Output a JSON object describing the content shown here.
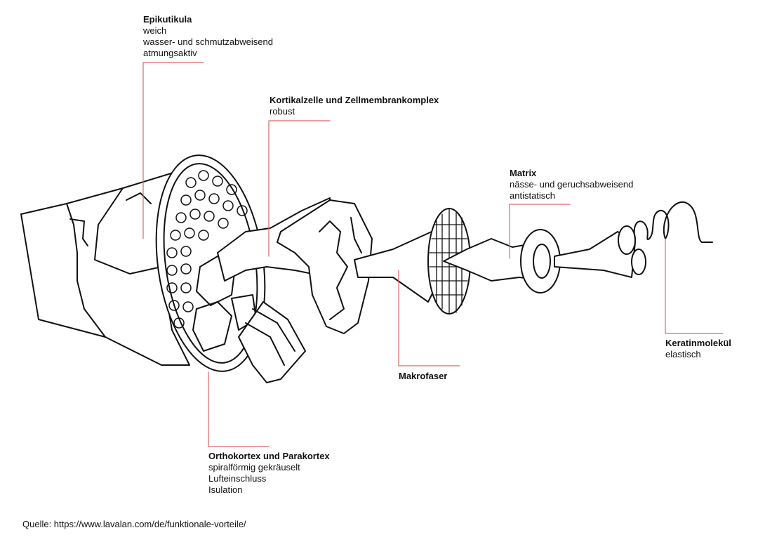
{
  "labels": {
    "epikutikula": {
      "title": "Epikutikula",
      "lines": [
        "weich",
        "wasser- und schmutzabweisend",
        "atmungsaktiv"
      ]
    },
    "kortikalzelle": {
      "title": "Kortikalzelle und Zellmembrankomplex",
      "lines": [
        "robust"
      ]
    },
    "matrix": {
      "title": "Matrix",
      "lines": [
        "nässe- und geruchsabweisend",
        "antistatisch"
      ]
    },
    "keratinmolekuel": {
      "title": "Keratinmolekül",
      "lines": [
        "elastisch"
      ]
    },
    "makrofaser": {
      "title": "Makrofaser",
      "lines": []
    },
    "orthokortex": {
      "title": "Orthokortex und Parakortex",
      "lines": [
        "spiralförmig gekräuselt",
        "Lufteinschluss",
        "Isulation"
      ]
    }
  },
  "source": "Quelle: https://www.lavalan.com/de/funktionale-vorteile/",
  "colors": {
    "leader": "#e06666",
    "stroke": "#111111"
  }
}
